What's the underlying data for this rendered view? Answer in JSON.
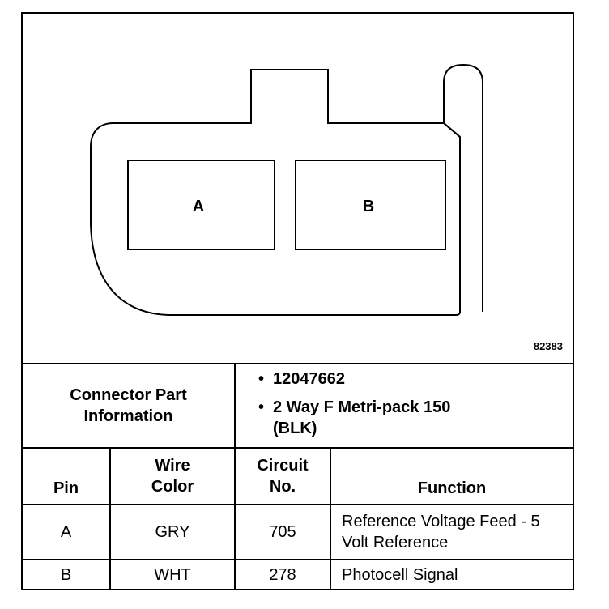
{
  "diagram": {
    "pin_a": "A",
    "pin_b": "B",
    "figure_number": "82383"
  },
  "connector_info": {
    "label": "Connector Part Information",
    "items": [
      "12047662",
      "2 Way F Metri-pack 150 (BLK)"
    ]
  },
  "table": {
    "headers": {
      "pin": "Pin",
      "wire_color": "Wire Color",
      "circuit_no": "Circuit No.",
      "function": "Function"
    },
    "rows": [
      {
        "pin": "A",
        "wire_color": "GRY",
        "circuit_no": "705",
        "function": "Reference Voltage Feed - 5 Volt Reference"
      },
      {
        "pin": "B",
        "wire_color": "WHT",
        "circuit_no": "278",
        "function": "Photocell Signal"
      }
    ]
  }
}
